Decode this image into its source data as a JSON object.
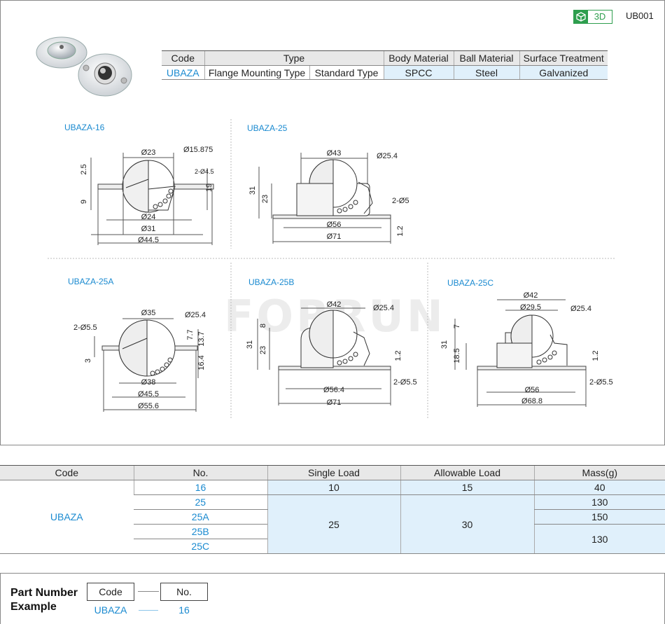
{
  "header": {
    "badge_label": "3D",
    "model_number": "UB001"
  },
  "spec_table": {
    "headers": [
      "Code",
      "Type",
      "Body Material",
      "Ball Material",
      "Surface Treatment"
    ],
    "row": {
      "code": "UBAZA",
      "type_a": "Flange Mounting Type",
      "type_b": "Standard Type",
      "body_material": "SPCC",
      "ball_material": "Steel",
      "surface_treatment": "Galvanized"
    }
  },
  "drawings": {
    "d16": {
      "title": "UBAZA-16",
      "dims": [
        "Ø23",
        "Ø15.875",
        "2-Ø4.5",
        "2.5",
        "9",
        "19",
        "Ø24",
        "Ø31",
        "Ø44.5"
      ]
    },
    "d25": {
      "title": "UBAZA-25",
      "dims": [
        "Ø43",
        "Ø25.4",
        "31",
        "23",
        "2-Ø5",
        "Ø56",
        "Ø71",
        "1.2"
      ]
    },
    "d25a": {
      "title": "UBAZA-25A",
      "dims": [
        "Ø35",
        "Ø25.4",
        "2-Ø5.5",
        "7.7",
        "13.7",
        "3",
        "16.4",
        "Ø38",
        "Ø45.5",
        "Ø55.6"
      ]
    },
    "d25b": {
      "title": "UBAZA-25B",
      "dims": [
        "Ø42",
        "Ø25.4",
        "8",
        "31",
        "23",
        "1.2",
        "Ø56.4",
        "2-Ø5.5",
        "Ø71"
      ]
    },
    "d25c": {
      "title": "UBAZA-25C",
      "dims": [
        "Ø42",
        "Ø29.5",
        "Ø25.4",
        "7",
        "31",
        "18.5",
        "1.2",
        "Ø56",
        "2-Ø5.5",
        "Ø68.8"
      ]
    }
  },
  "watermark": "FORRUN",
  "loads_table": {
    "headers": [
      "Code",
      "No.",
      "Single Load",
      "Allowable Load",
      "Mass(g)"
    ],
    "code": "UBAZA",
    "numbers": [
      "16",
      "25",
      "25A",
      "25B",
      "25C"
    ],
    "single_load": [
      "10",
      "25"
    ],
    "allowable_load": [
      "15",
      "30"
    ],
    "mass": [
      "40",
      "130",
      "150",
      "130"
    ]
  },
  "part_number": {
    "title_line1": "Part Number",
    "title_line2": "Example",
    "code_label": "Code",
    "no_label": "No.",
    "code_value": "UBAZA",
    "no_value": "16"
  },
  "colors": {
    "accent_blue": "#1a8ad0",
    "shade_blue": "#e0f0fb",
    "badge_green": "#2e9e4e"
  }
}
